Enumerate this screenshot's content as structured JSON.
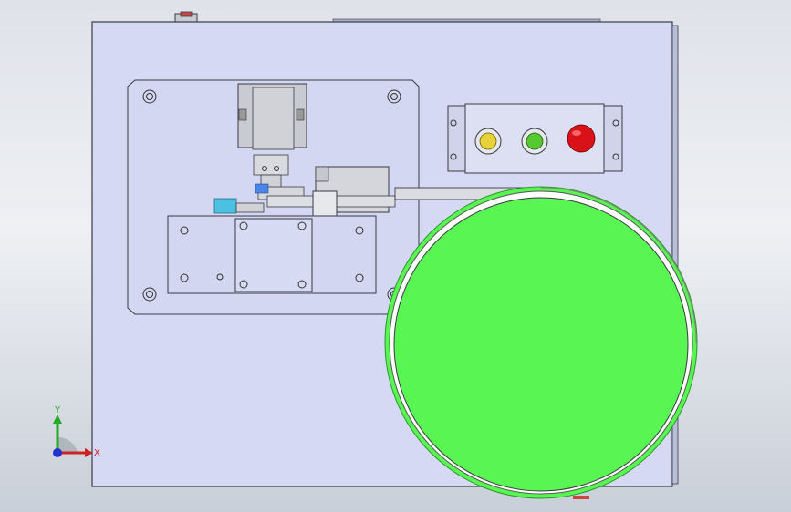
{
  "app": {
    "title": ""
  },
  "triad": {
    "x_label": "X",
    "y_label": "Y"
  },
  "colors": {
    "plate": "#d5d9f4",
    "edge": "#3a3a44",
    "bowl": "#59f553",
    "light_yellow": "#e8d23a",
    "light_green": "#55c92f",
    "light_red": "#d9121a"
  },
  "indicator_lights": [
    {
      "name": "yellow-light",
      "color": "#e8d23a"
    },
    {
      "name": "green-light",
      "color": "#55c92f"
    },
    {
      "name": "red-light",
      "color": "#d9121a"
    }
  ]
}
